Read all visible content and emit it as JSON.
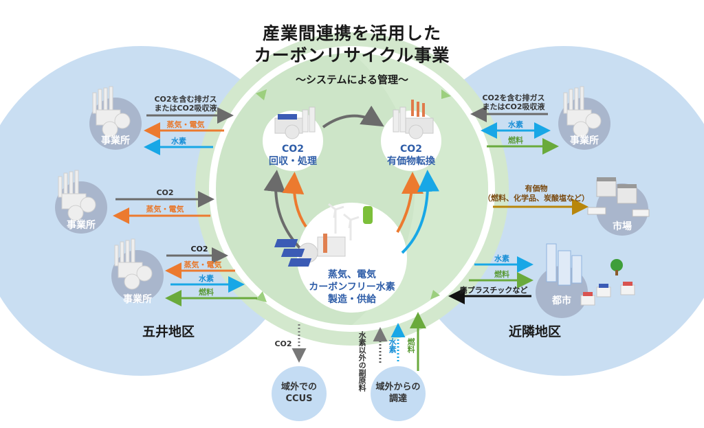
{
  "title": {
    "line1": "産業間連携を活用した",
    "line2": "カーボンリサイクル事業",
    "subtitle": "〜システムによる管理〜"
  },
  "colors": {
    "region_blue": "#c9def2",
    "ring_green": "#cfe5c8",
    "inner_green": "#c8e2c4",
    "facility_circle": "#a9b6cc",
    "ext_circle": "#c4dcf3",
    "co2_gray": "#6b6b6b",
    "steam_orange": "#ec7a2f",
    "hydrogen_blue": "#18a7e6",
    "fuel_green": "#6aaa3c",
    "value_brown": "#b8860b",
    "node_text": "#2e5da8"
  },
  "regions": {
    "left": "五井地区",
    "right": "近隣地区"
  },
  "center_nodes": {
    "capture": {
      "line1": "CO2",
      "line2": "回収・処理"
    },
    "conversion": {
      "line1": "CO2",
      "line2": "有価物転換"
    },
    "supply": {
      "line1": "蒸気、電気",
      "line2": "カーボンフリー水素",
      "line3": "製造・供給"
    }
  },
  "left_facilities": [
    {
      "label": "事業所",
      "flows": [
        {
          "line1": "CO2を含む排ガス",
          "line2": "またはCO2吸収液",
          "color": "gray",
          "direction": "to-center"
        },
        {
          "text": "蒸気・電気",
          "color": "orange",
          "direction": "to-facility"
        },
        {
          "text": "水素",
          "color": "blue",
          "direction": "to-facility"
        }
      ]
    },
    {
      "label": "事業所",
      "flows": [
        {
          "text": "CO2",
          "color": "gray",
          "direction": "to-center"
        },
        {
          "text": "蒸気・電気",
          "color": "orange",
          "direction": "to-facility"
        }
      ]
    },
    {
      "label": "事業所",
      "flows": [
        {
          "text": "CO2",
          "color": "gray",
          "direction": "to-center"
        },
        {
          "text": "蒸気・電気",
          "color": "orange",
          "direction": "to-facility"
        },
        {
          "text": "水素",
          "color": "blue",
          "direction": "to-center"
        },
        {
          "text": "燃料",
          "color": "green",
          "direction": "to-facility"
        }
      ]
    }
  ],
  "right_facilities": [
    {
      "label": "事業所",
      "flows": [
        {
          "line1": "CO2を含む排ガス",
          "line2": "またはCO2吸収液",
          "color": "gray",
          "direction": "to-center"
        },
        {
          "text": "水素",
          "color": "blue",
          "direction": "both"
        },
        {
          "text": "燃料",
          "color": "green",
          "direction": "to-facility"
        }
      ]
    },
    {
      "label": "市場",
      "flows": [
        {
          "line1": "有価物",
          "line2": "（燃料、化学品、炭酸塩など）",
          "color": "brown",
          "direction": "to-facility"
        }
      ]
    },
    {
      "label": "都市",
      "flows": [
        {
          "text": "水素",
          "color": "blue",
          "direction": "to-facility"
        },
        {
          "text": "燃料",
          "color": "green",
          "direction": "to-facility"
        },
        {
          "text": "廃プラスチックなど",
          "color": "black",
          "direction": "to-center"
        }
      ]
    }
  ],
  "external": {
    "ccus": {
      "line1": "域外での",
      "line2": "CCUS",
      "flow": "CO2"
    },
    "procurement": {
      "line1": "域外からの",
      "line2": "調達",
      "flows": [
        "水素以外の副原料",
        "水素",
        "燃料"
      ]
    }
  }
}
